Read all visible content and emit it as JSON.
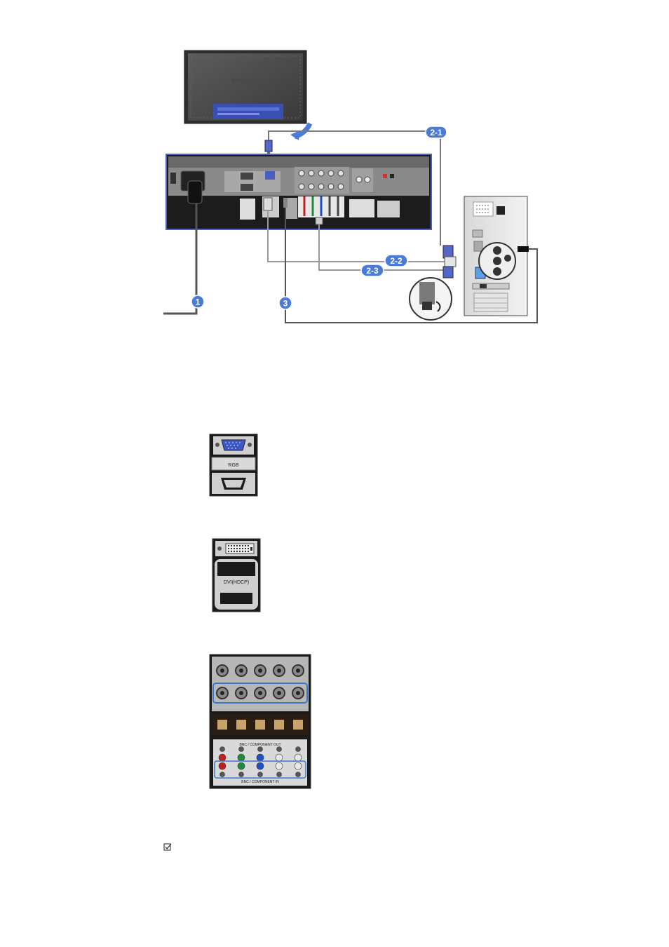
{
  "connection_diagram": {
    "callouts": [
      {
        "id": "power",
        "label": "1"
      },
      {
        "id": "d-sub",
        "label": "2-1"
      },
      {
        "id": "dvi",
        "label": "2-2"
      },
      {
        "id": "bnc",
        "label": "2-3"
      },
      {
        "id": "audio",
        "label": "3"
      }
    ]
  },
  "ports": {
    "rgb": {
      "label": "RGB"
    },
    "dvi": {
      "label": "DVI(HDCP)"
    },
    "bnc": {
      "top_label": "BNC / COMPONENT OUT",
      "bottom_label": "BNC / COMPONENT IN",
      "jack_colors": [
        "#c0201e",
        "#1e8c3a",
        "#1f4fc4",
        "#e8e8e8",
        "#e8e8e8"
      ]
    }
  },
  "note": {
    "icon": "checkbox-icon"
  },
  "colors": {
    "badge": "#4a7bd8",
    "panel_dark": "#1a1a1a",
    "panel_border": "#4a64b8",
    "highlight_blue": "#3a78d0"
  }
}
